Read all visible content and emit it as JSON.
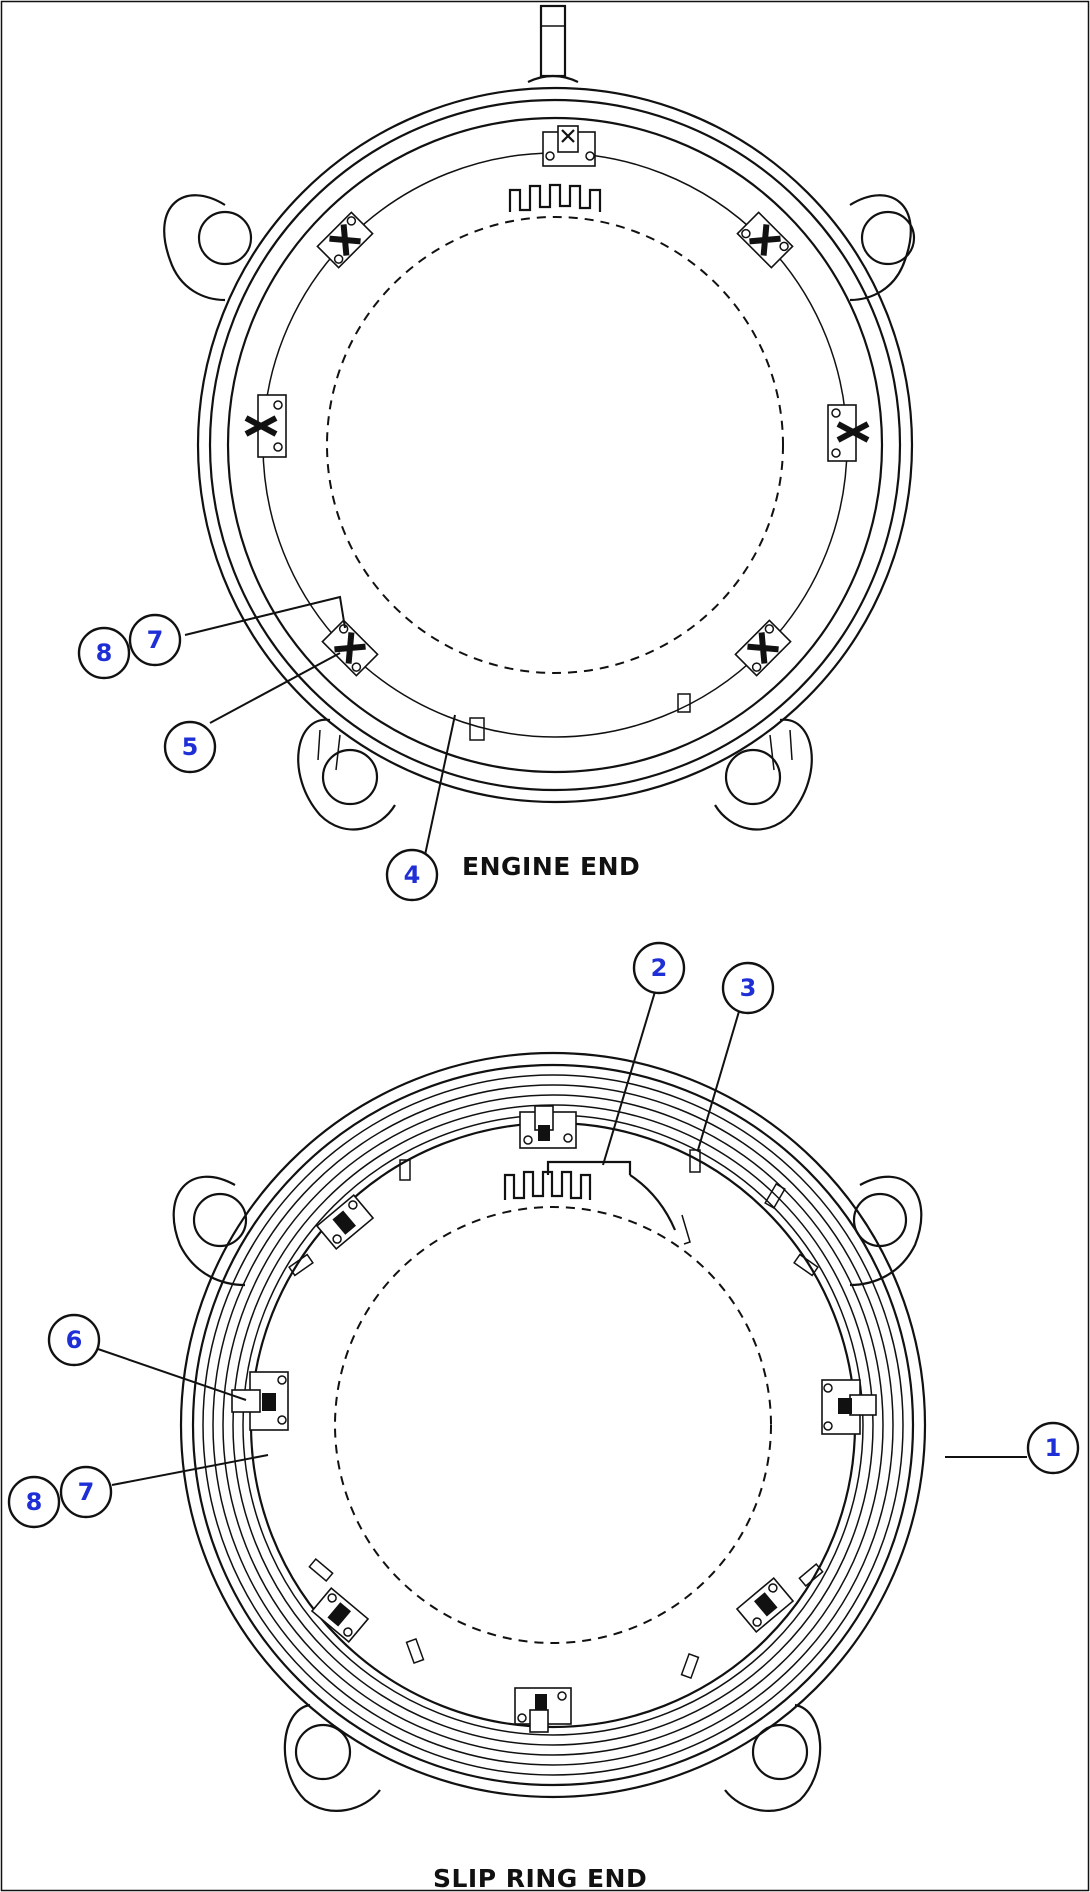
{
  "views": {
    "engine_end": {
      "label": "ENGINE END"
    },
    "slip_ring_end": {
      "label": "SLIP RING END"
    }
  },
  "callouts": {
    "c1": "1",
    "c2": "2",
    "c3": "3",
    "c4": "4",
    "c5": "5",
    "c6": "6",
    "c7a": "7",
    "c8a": "8",
    "c7b": "7",
    "c8b": "8"
  },
  "colors": {
    "callout_text": "#1f2fd6",
    "linework": "#111111"
  }
}
